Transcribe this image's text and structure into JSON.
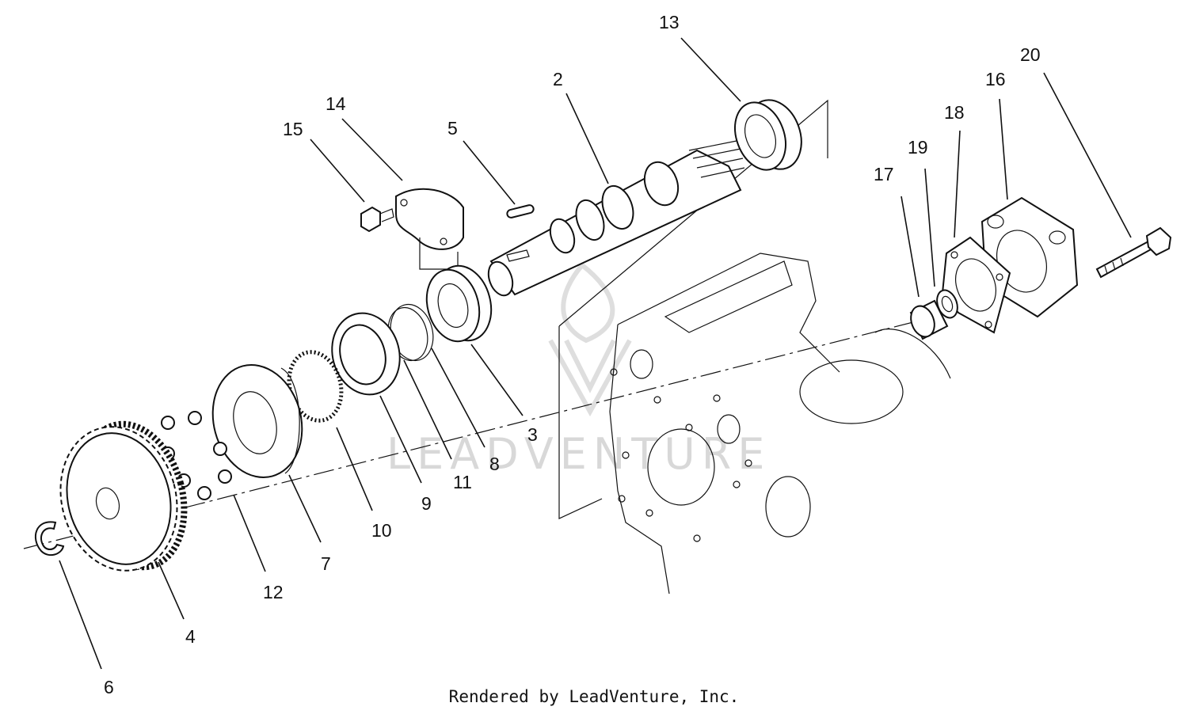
{
  "diagram": {
    "callouts": {
      "c2": "2",
      "c3": "3",
      "c4": "4",
      "c5": "5",
      "c6": "6",
      "c7": "7",
      "c8": "8",
      "c9": "9",
      "c10": "10",
      "c11": "11",
      "c12": "12",
      "c13": "13",
      "c14": "14",
      "c15": "15",
      "c16": "16",
      "c17": "17",
      "c18": "18",
      "c19": "19",
      "c20": "20"
    },
    "watermark": "LEADVENTURE",
    "credit": "Rendered by LeadVenture, Inc."
  }
}
